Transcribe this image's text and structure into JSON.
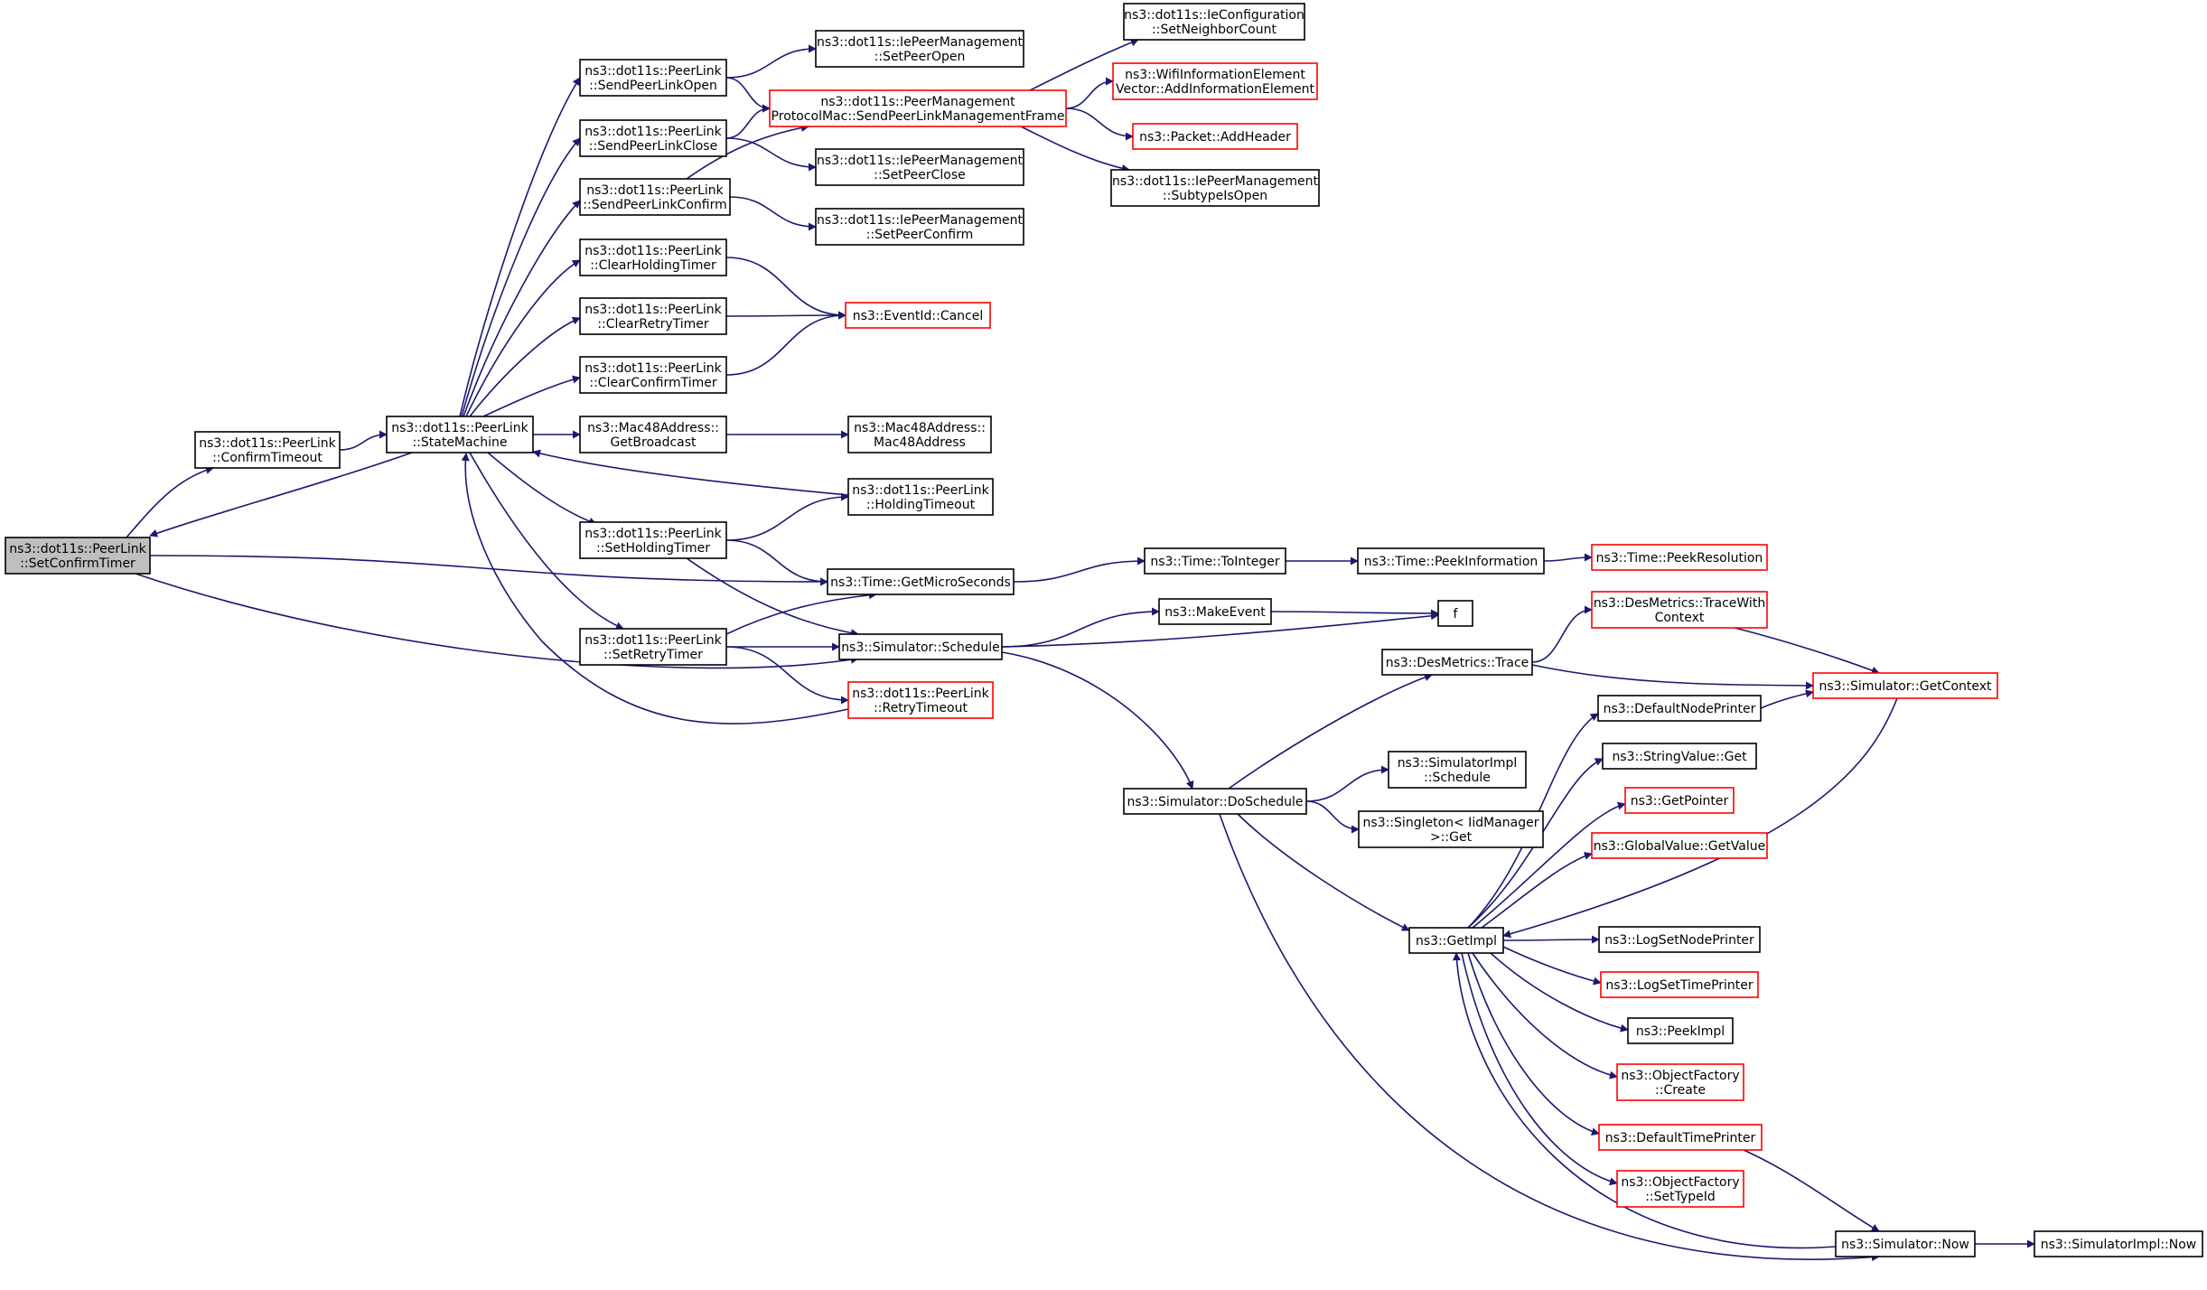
{
  "colors": {
    "edge": "#191970",
    "node_border": "#000000",
    "node_border_incomplete": "#ff0000",
    "node_fill": "#ffffff",
    "root_fill": "#bfbfbf"
  },
  "graph": {
    "nodes": [
      {
        "id": "setConfirmTimer",
        "lines": [
          "ns3::dot11s::PeerLink",
          "::SetConfirmTimer"
        ],
        "style": "root"
      },
      {
        "id": "confirmTimeout",
        "lines": [
          "ns3::dot11s::PeerLink",
          "::ConfirmTimeout"
        ],
        "style": "normal"
      },
      {
        "id": "stateMachine",
        "lines": [
          "ns3::dot11s::PeerLink",
          "::StateMachine"
        ],
        "style": "normal"
      },
      {
        "id": "sendPeerLinkOpen",
        "lines": [
          "ns3::dot11s::PeerLink",
          "::SendPeerLinkOpen"
        ],
        "style": "normal"
      },
      {
        "id": "sendPeerLinkClose",
        "lines": [
          "ns3::dot11s::PeerLink",
          "::SendPeerLinkClose"
        ],
        "style": "normal"
      },
      {
        "id": "sendPeerLinkConfirm",
        "lines": [
          "ns3::dot11s::PeerLink",
          "::SendPeerLinkConfirm"
        ],
        "style": "normal"
      },
      {
        "id": "clearHoldingTimer",
        "lines": [
          "ns3::dot11s::PeerLink",
          "::ClearHoldingTimer"
        ],
        "style": "normal"
      },
      {
        "id": "clearRetryTimer",
        "lines": [
          "ns3::dot11s::PeerLink",
          "::ClearRetryTimer"
        ],
        "style": "normal"
      },
      {
        "id": "clearConfirmTimer",
        "lines": [
          "ns3::dot11s::PeerLink",
          "::ClearConfirmTimer"
        ],
        "style": "normal"
      },
      {
        "id": "getBroadcast",
        "lines": [
          "ns3::Mac48Address::",
          "GetBroadcast"
        ],
        "style": "normal"
      },
      {
        "id": "setHoldingTimer",
        "lines": [
          "ns3::dot11s::PeerLink",
          "::SetHoldingTimer"
        ],
        "style": "normal"
      },
      {
        "id": "setRetryTimer",
        "lines": [
          "ns3::dot11s::PeerLink",
          "::SetRetryTimer"
        ],
        "style": "normal"
      },
      {
        "id": "setPeerOpen",
        "lines": [
          "ns3::dot11s::IePeerManagement",
          "::SetPeerOpen"
        ],
        "style": "normal"
      },
      {
        "id": "sendMgmtFrame",
        "lines": [
          "ns3::dot11s::PeerManagement",
          "ProtocolMac::SendPeerLinkManagementFrame"
        ],
        "style": "incomplete"
      },
      {
        "id": "setPeerClose",
        "lines": [
          "ns3::dot11s::IePeerManagement",
          "::SetPeerClose"
        ],
        "style": "normal"
      },
      {
        "id": "setPeerConfirm",
        "lines": [
          "ns3::dot11s::IePeerManagement",
          "::SetPeerConfirm"
        ],
        "style": "normal"
      },
      {
        "id": "eventIdCancel",
        "lines": [
          "ns3::EventId::Cancel"
        ],
        "style": "incomplete"
      },
      {
        "id": "mac48Address",
        "lines": [
          "ns3::Mac48Address::",
          "Mac48Address"
        ],
        "style": "normal"
      },
      {
        "id": "holdingTimeout",
        "lines": [
          "ns3::dot11s::PeerLink",
          "::HoldingTimeout"
        ],
        "style": "normal"
      },
      {
        "id": "getMicroSeconds",
        "lines": [
          "ns3::Time::GetMicroSeconds"
        ],
        "style": "normal"
      },
      {
        "id": "simSchedule",
        "lines": [
          "ns3::Simulator::Schedule"
        ],
        "style": "normal"
      },
      {
        "id": "retryTimeout",
        "lines": [
          "ns3::dot11s::PeerLink",
          "::RetryTimeout"
        ],
        "style": "incomplete"
      },
      {
        "id": "setNeighborCount",
        "lines": [
          "ns3::dot11s::IeConfiguration",
          "::SetNeighborCount"
        ],
        "style": "normal"
      },
      {
        "id": "addInfoElement",
        "lines": [
          "ns3::WifiInformationElement",
          "Vector::AddInformationElement"
        ],
        "style": "incomplete"
      },
      {
        "id": "packetAddHeader",
        "lines": [
          "ns3::Packet::AddHeader"
        ],
        "style": "incomplete"
      },
      {
        "id": "subtypeIsOpen",
        "lines": [
          "ns3::dot11s::IePeerManagement",
          "::SubtypeIsOpen"
        ],
        "style": "normal"
      },
      {
        "id": "timeToInteger",
        "lines": [
          "ns3::Time::ToInteger"
        ],
        "style": "normal"
      },
      {
        "id": "makeEvent",
        "lines": [
          "ns3::MakeEvent"
        ],
        "style": "normal"
      },
      {
        "id": "doSchedule",
        "lines": [
          "ns3::Simulator::DoSchedule"
        ],
        "style": "normal"
      },
      {
        "id": "peekInformation",
        "lines": [
          "ns3::Time::PeekInformation"
        ],
        "style": "normal"
      },
      {
        "id": "fNode",
        "lines": [
          "f"
        ],
        "style": "normal"
      },
      {
        "id": "desTrace",
        "lines": [
          "ns3::DesMetrics::Trace"
        ],
        "style": "normal"
      },
      {
        "id": "simImplSchedule",
        "lines": [
          "ns3::SimulatorImpl",
          "::Schedule"
        ],
        "style": "normal"
      },
      {
        "id": "singletonGet",
        "lines": [
          "ns3::Singleton< IidManager",
          ">::Get"
        ],
        "style": "normal"
      },
      {
        "id": "getImpl",
        "lines": [
          "ns3::GetImpl"
        ],
        "style": "normal"
      },
      {
        "id": "peekResolution",
        "lines": [
          "ns3::Time::PeekResolution"
        ],
        "style": "incomplete"
      },
      {
        "id": "traceWithContext",
        "lines": [
          "ns3::DesMetrics::TraceWith",
          "Context"
        ],
        "style": "incomplete"
      },
      {
        "id": "defaultNodePrinter",
        "lines": [
          "ns3::DefaultNodePrinter"
        ],
        "style": "normal"
      },
      {
        "id": "stringValueGet",
        "lines": [
          "ns3::StringValue::Get"
        ],
        "style": "normal"
      },
      {
        "id": "getPointer",
        "lines": [
          "ns3::GetPointer"
        ],
        "style": "incomplete"
      },
      {
        "id": "globalValueGetValue",
        "lines": [
          "ns3::GlobalValue::GetValue"
        ],
        "style": "incomplete"
      },
      {
        "id": "logSetNodePrinter",
        "lines": [
          "ns3::LogSetNodePrinter"
        ],
        "style": "normal"
      },
      {
        "id": "logSetTimePrinter",
        "lines": [
          "ns3::LogSetTimePrinter"
        ],
        "style": "incomplete"
      },
      {
        "id": "peekImpl",
        "lines": [
          "ns3::PeekImpl"
        ],
        "style": "normal"
      },
      {
        "id": "objFactoryCreate",
        "lines": [
          "ns3::ObjectFactory",
          "::Create"
        ],
        "style": "incomplete"
      },
      {
        "id": "defaultTimePrinter",
        "lines": [
          "ns3::DefaultTimePrinter"
        ],
        "style": "incomplete"
      },
      {
        "id": "objFactorySetTypeId",
        "lines": [
          "ns3::ObjectFactory",
          "::SetTypeId"
        ],
        "style": "incomplete"
      },
      {
        "id": "simulatorNow",
        "lines": [
          "ns3::Simulator::Now"
        ],
        "style": "normal"
      },
      {
        "id": "simImplNow",
        "lines": [
          "ns3::SimulatorImpl::Now"
        ],
        "style": "normal"
      },
      {
        "id": "getContext",
        "lines": [
          "ns3::Simulator::GetContext"
        ],
        "style": "incomplete"
      }
    ],
    "edges": [
      {
        "from": "setConfirmTimer",
        "to": "confirmTimeout"
      },
      {
        "from": "setConfirmTimer",
        "to": "getMicroSeconds"
      },
      {
        "from": "setConfirmTimer",
        "to": "simSchedule"
      },
      {
        "from": "confirmTimeout",
        "to": "stateMachine"
      },
      {
        "from": "stateMachine",
        "to": "setConfirmTimer"
      },
      {
        "from": "stateMachine",
        "to": "sendPeerLinkOpen"
      },
      {
        "from": "stateMachine",
        "to": "sendPeerLinkClose"
      },
      {
        "from": "stateMachine",
        "to": "sendPeerLinkConfirm"
      },
      {
        "from": "stateMachine",
        "to": "clearHoldingTimer"
      },
      {
        "from": "stateMachine",
        "to": "clearRetryTimer"
      },
      {
        "from": "stateMachine",
        "to": "clearConfirmTimer"
      },
      {
        "from": "stateMachine",
        "to": "getBroadcast"
      },
      {
        "from": "stateMachine",
        "to": "setHoldingTimer"
      },
      {
        "from": "stateMachine",
        "to": "setRetryTimer"
      },
      {
        "from": "sendPeerLinkOpen",
        "to": "setPeerOpen"
      },
      {
        "from": "sendPeerLinkOpen",
        "to": "sendMgmtFrame"
      },
      {
        "from": "sendPeerLinkClose",
        "to": "sendMgmtFrame"
      },
      {
        "from": "sendPeerLinkClose",
        "to": "setPeerClose"
      },
      {
        "from": "sendPeerLinkConfirm",
        "to": "sendMgmtFrame"
      },
      {
        "from": "sendPeerLinkConfirm",
        "to": "setPeerConfirm"
      },
      {
        "from": "clearHoldingTimer",
        "to": "eventIdCancel"
      },
      {
        "from": "clearRetryTimer",
        "to": "eventIdCancel"
      },
      {
        "from": "clearConfirmTimer",
        "to": "eventIdCancel"
      },
      {
        "from": "getBroadcast",
        "to": "mac48Address"
      },
      {
        "from": "setHoldingTimer",
        "to": "holdingTimeout"
      },
      {
        "from": "setHoldingTimer",
        "to": "getMicroSeconds"
      },
      {
        "from": "setHoldingTimer",
        "to": "simSchedule"
      },
      {
        "from": "setRetryTimer",
        "to": "getMicroSeconds"
      },
      {
        "from": "setRetryTimer",
        "to": "simSchedule"
      },
      {
        "from": "setRetryTimer",
        "to": "retryTimeout"
      },
      {
        "from": "holdingTimeout",
        "to": "stateMachine"
      },
      {
        "from": "retryTimeout",
        "to": "stateMachine"
      },
      {
        "from": "sendMgmtFrame",
        "to": "setNeighborCount"
      },
      {
        "from": "sendMgmtFrame",
        "to": "addInfoElement"
      },
      {
        "from": "sendMgmtFrame",
        "to": "packetAddHeader"
      },
      {
        "from": "sendMgmtFrame",
        "to": "subtypeIsOpen"
      },
      {
        "from": "getMicroSeconds",
        "to": "timeToInteger"
      },
      {
        "from": "timeToInteger",
        "to": "peekInformation"
      },
      {
        "from": "peekInformation",
        "to": "peekResolution"
      },
      {
        "from": "simSchedule",
        "to": "makeEvent"
      },
      {
        "from": "simSchedule",
        "to": "fNode"
      },
      {
        "from": "simSchedule",
        "to": "doSchedule"
      },
      {
        "from": "makeEvent",
        "to": "fNode"
      },
      {
        "from": "doSchedule",
        "to": "desTrace"
      },
      {
        "from": "doSchedule",
        "to": "simImplSchedule"
      },
      {
        "from": "doSchedule",
        "to": "singletonGet"
      },
      {
        "from": "doSchedule",
        "to": "getImpl"
      },
      {
        "from": "doSchedule",
        "to": "simulatorNow"
      },
      {
        "from": "desTrace",
        "to": "traceWithContext"
      },
      {
        "from": "desTrace",
        "to": "getContext"
      },
      {
        "from": "traceWithContext",
        "to": "getContext"
      },
      {
        "from": "getContext",
        "to": "getImpl"
      },
      {
        "from": "getImpl",
        "to": "defaultNodePrinter"
      },
      {
        "from": "getImpl",
        "to": "stringValueGet"
      },
      {
        "from": "getImpl",
        "to": "getPointer"
      },
      {
        "from": "getImpl",
        "to": "globalValueGetValue"
      },
      {
        "from": "getImpl",
        "to": "logSetNodePrinter"
      },
      {
        "from": "getImpl",
        "to": "logSetTimePrinter"
      },
      {
        "from": "getImpl",
        "to": "peekImpl"
      },
      {
        "from": "getImpl",
        "to": "objFactoryCreate"
      },
      {
        "from": "getImpl",
        "to": "defaultTimePrinter"
      },
      {
        "from": "getImpl",
        "to": "objFactorySetTypeId"
      },
      {
        "from": "defaultNodePrinter",
        "to": "getContext"
      },
      {
        "from": "defaultTimePrinter",
        "to": "simulatorNow"
      },
      {
        "from": "simulatorNow",
        "to": "getImpl"
      },
      {
        "from": "simulatorNow",
        "to": "simImplNow"
      }
    ]
  }
}
